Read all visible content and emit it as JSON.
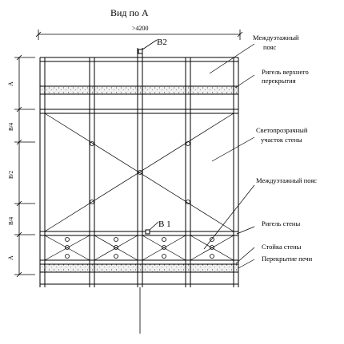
{
  "title": "Вид по  А",
  "dimensions": {
    "top_width": ">4200",
    "left_labels": [
      "A",
      "B/4",
      "B/2",
      "B/4",
      "A"
    ]
  },
  "markers": {
    "b2": "B2",
    "b1": "B 1"
  },
  "callouts": {
    "mezhetazh_top_line1": "Междуэтажный",
    "mezhetazh_top_line2": "пояс",
    "rigel_top_line1": "Ригель верхнего",
    "rigel_top_line2": "перекрытия",
    "svet_line1": "Светопрозрачный",
    "svet_line2": "участок стены",
    "mezhetazh_mid": "Междуэтажный пояс",
    "rigel_wall": "Ригель стены",
    "stoika": "Стойка стены",
    "perekrytie": "Перекрытие печи"
  },
  "colors": {
    "line": "#000000",
    "slab_fill": "#e8e8e8"
  }
}
